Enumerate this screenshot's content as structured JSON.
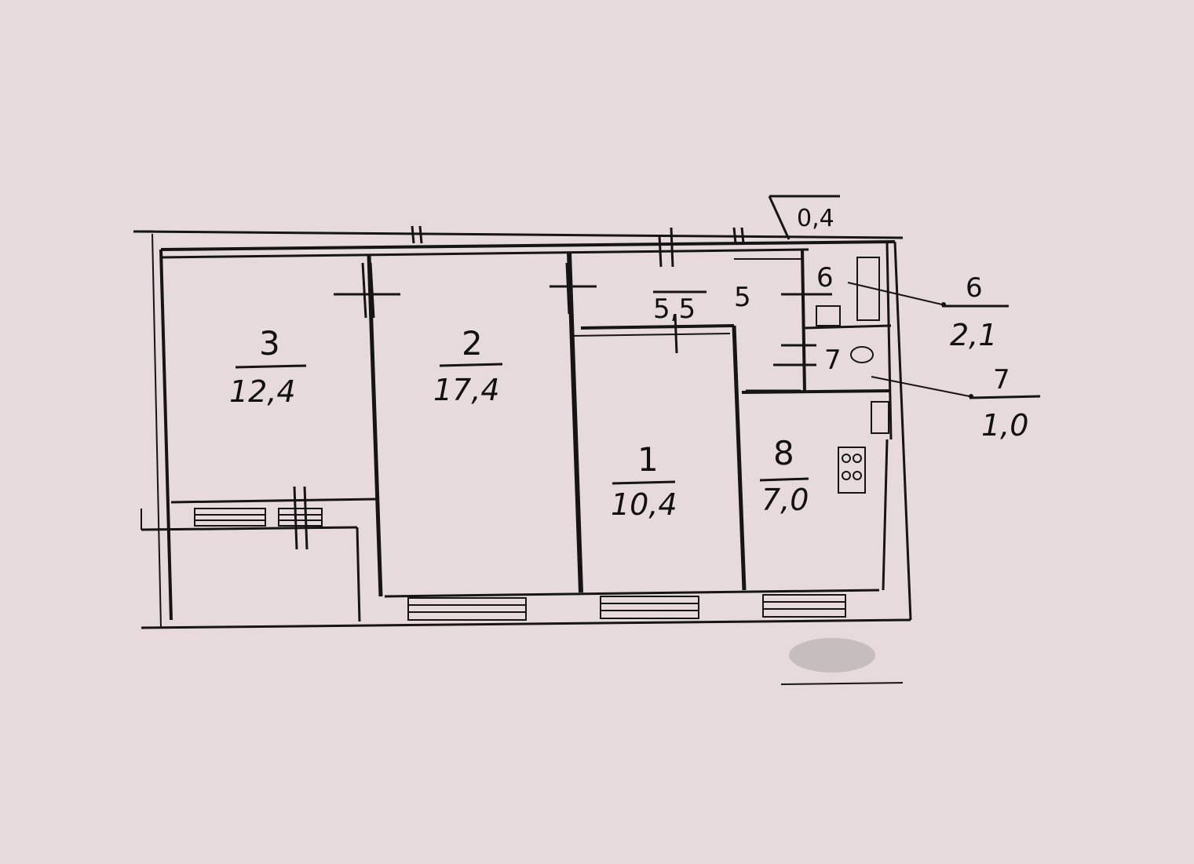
{
  "plan": {
    "top_dimension": "0,4",
    "rooms": [
      {
        "id": "room-1",
        "number": "1",
        "area": "10,4"
      },
      {
        "id": "room-2",
        "number": "2",
        "area": "17,4"
      },
      {
        "id": "room-3",
        "number": "3",
        "area": "12,4"
      },
      {
        "id": "room-5",
        "number": "5",
        "area": "5,5"
      },
      {
        "id": "room-8",
        "number": "8",
        "area": "7,0"
      }
    ],
    "room6_label": "6",
    "room7_label": "7",
    "callouts": [
      {
        "id": "callout-6",
        "number": "6",
        "area": "2,1"
      },
      {
        "id": "callout-7",
        "number": "7",
        "area": "1,0"
      }
    ]
  },
  "colors": {
    "paper": "#e6dadd",
    "ink": "#151515"
  }
}
